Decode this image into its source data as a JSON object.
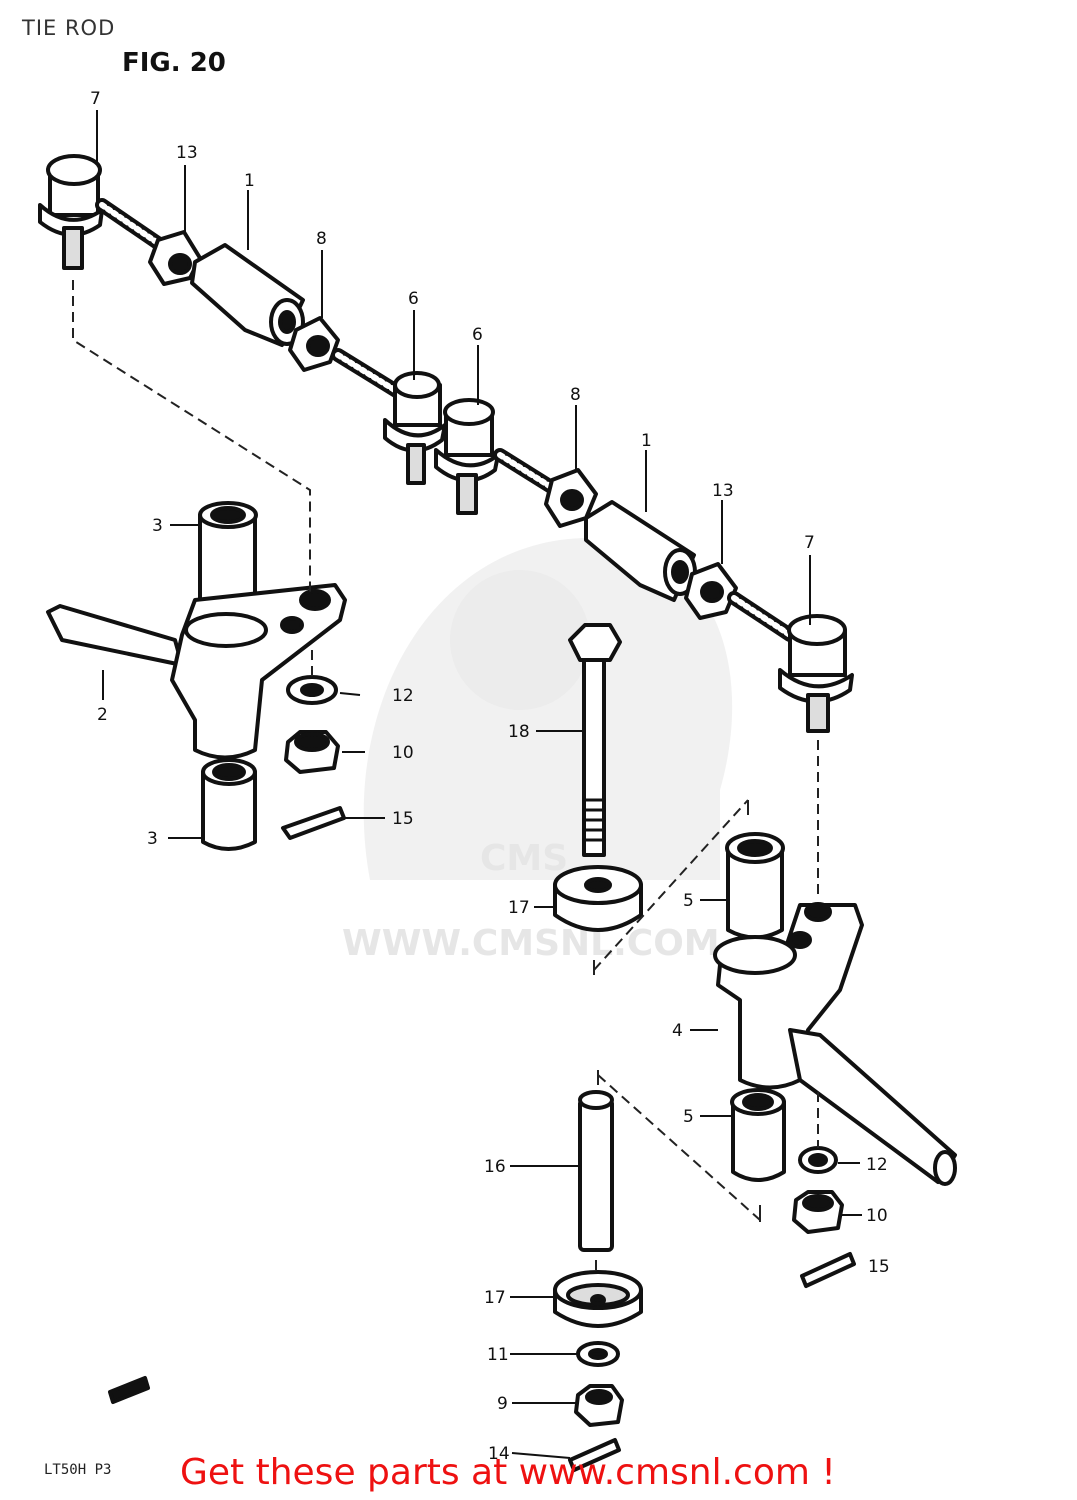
{
  "header": {
    "title": "TIE ROD",
    "figure": "FIG. 20"
  },
  "watermark": {
    "logo": "CMS",
    "url": "WWW.CMSNL.COM"
  },
  "callouts": [
    {
      "id": "c7a",
      "num": "7"
    },
    {
      "id": "c13a",
      "num": "13"
    },
    {
      "id": "c1a",
      "num": "1"
    },
    {
      "id": "c8a",
      "num": "8"
    },
    {
      "id": "c6a",
      "num": "6"
    },
    {
      "id": "c6b",
      "num": "6"
    },
    {
      "id": "c8b",
      "num": "8"
    },
    {
      "id": "c1b",
      "num": "1"
    },
    {
      "id": "c13b",
      "num": "13"
    },
    {
      "id": "c7b",
      "num": "7"
    },
    {
      "id": "c3a",
      "num": "3"
    },
    {
      "id": "c2",
      "num": "2"
    },
    {
      "id": "c12a",
      "num": "12"
    },
    {
      "id": "c10a",
      "num": "10"
    },
    {
      "id": "c15a",
      "num": "15"
    },
    {
      "id": "c3b",
      "num": "3"
    },
    {
      "id": "c18",
      "num": "18"
    },
    {
      "id": "c17a",
      "num": "17"
    },
    {
      "id": "c5a",
      "num": "5"
    },
    {
      "id": "c4",
      "num": "4"
    },
    {
      "id": "c5b",
      "num": "5"
    },
    {
      "id": "c16",
      "num": "16"
    },
    {
      "id": "c12b",
      "num": "12"
    },
    {
      "id": "c10b",
      "num": "10"
    },
    {
      "id": "c15b",
      "num": "15"
    },
    {
      "id": "c17b",
      "num": "17"
    },
    {
      "id": "c11",
      "num": "11"
    },
    {
      "id": "c9",
      "num": "9"
    },
    {
      "id": "c14",
      "num": "14"
    }
  ],
  "footer": {
    "model_code": "LT50H P3",
    "cta": "Get these parts at www.cmsnl.com !"
  }
}
